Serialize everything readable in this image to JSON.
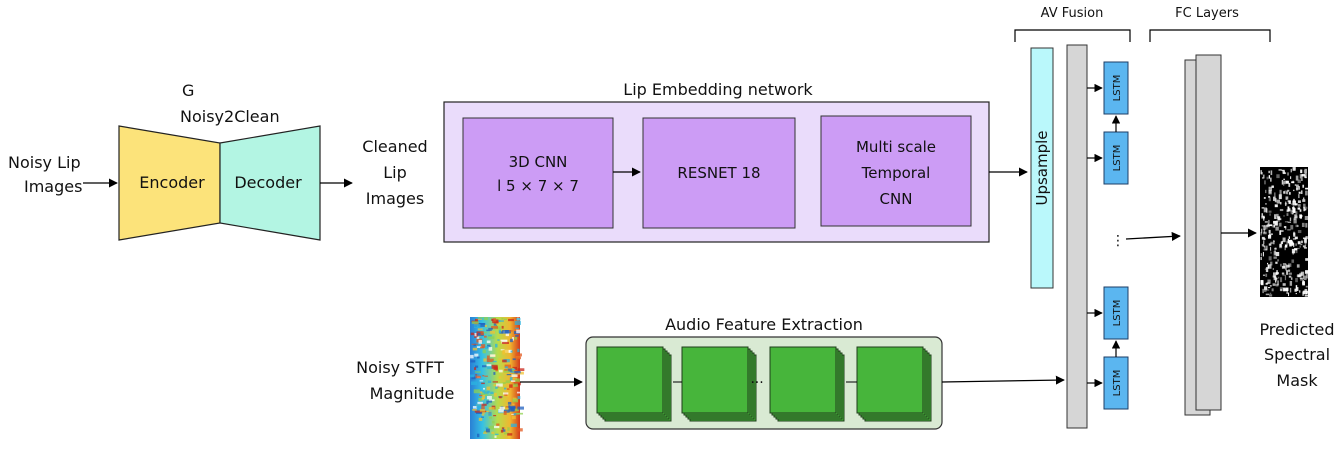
{
  "generator": {
    "g_label": "G",
    "name": "Noisy2Clean",
    "encoder": "Encoder",
    "decoder": "Decoder",
    "input_line1": "Noisy Lip",
    "input_line2": "Images",
    "output_line1": "Cleaned",
    "output_line2": "Lip",
    "output_line3": "Images"
  },
  "lip_embedding": {
    "title": "Lip Embedding network",
    "cnn3d_line1": "3D CNN",
    "cnn3d_line2": "l 5 × 7 × 7",
    "resnet": "RESNET 18",
    "temporal_line1": "Multi scale",
    "temporal_line2": "Temporal",
    "temporal_line3": "CNN"
  },
  "audio": {
    "title": "Audio Feature Extraction",
    "input_line1": "Noisy STFT",
    "input_line2": "Magnitude",
    "ellipsis": "..."
  },
  "fusion": {
    "title": "AV Fusion",
    "upsample": "Upsample",
    "lstm": "LSTM",
    "ellipsis": "⋮"
  },
  "fc": {
    "title": "FC Layers"
  },
  "output": {
    "line1": "Predicted",
    "line2": "Spectral",
    "line3": "Mask"
  },
  "colors": {
    "encoder": "#fce37a",
    "decoder": "#b3f5e3",
    "lip_bg": "#eadcfb",
    "lip_block": "#cc9cf5",
    "audio_bg": "#d9ead3",
    "audio_block": "#47b53b",
    "upsample": "#baf8fb",
    "lstm": "#5bb6f0",
    "fc": "#d6d6d6"
  }
}
